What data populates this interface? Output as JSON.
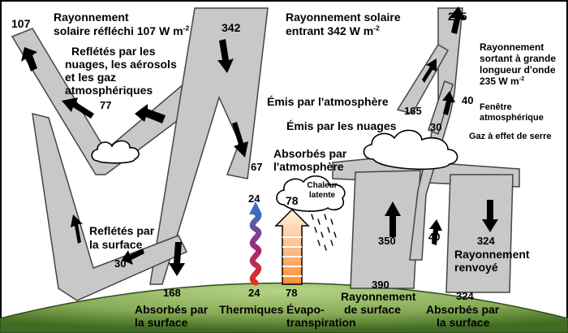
{
  "reflected_solar": {
    "value": "107",
    "label_line1": "Rayonnement",
    "label_line2": "solaire réfléchi 107 W m",
    "unit_exp": "-2"
  },
  "incoming_solar": {
    "value": "342",
    "label_line1": "Rayonnement solaire",
    "label_line2": "entrant 342 W m",
    "unit_exp": "-2"
  },
  "reflected_clouds": {
    "line1": "Reflétés par les",
    "line2": "nuages, les aérosols",
    "line3": "et les gaz",
    "line4": "atmosphériques",
    "value": "77"
  },
  "absorbed_atmosphere": {
    "value": "67",
    "line1": "Absorbés par",
    "line2": "l'atmosphère"
  },
  "emitted_atmosphere": {
    "label": "Émis par l'atmosphère",
    "value": "165"
  },
  "emitted_clouds": {
    "label": "Émis par les nuages",
    "value": "30"
  },
  "outgoing_longwave": {
    "value": "235",
    "line1": "Rayonnement",
    "line2": "sortant à grande",
    "line3": "longueur d'onde",
    "line4": "235 W m",
    "unit_exp": "-2"
  },
  "atmospheric_window": {
    "value": "40",
    "line1": "Fenêtre",
    "line2": "atmosphérique"
  },
  "greenhouse_gases": {
    "label": "Gaz à effet de serre"
  },
  "latent_heat": {
    "line1": "Chaleur",
    "line2": "latente",
    "value": "78"
  },
  "thermals": {
    "value_top": "24",
    "value_bottom": "24",
    "label": "Thermiques"
  },
  "evapotranspiration": {
    "value": "78",
    "line1": "Évapo-",
    "line2": "transpiration"
  },
  "reflected_surface": {
    "line1": "Reflétés par",
    "line2": "la surface",
    "value": "30"
  },
  "absorbed_surface": {
    "value": "168",
    "line1": "Absorbés par",
    "line2": "la surface"
  },
  "surface_radiation": {
    "value_up": "350",
    "value": "390",
    "line1": "Rayonnement",
    "line2": "de surface",
    "window_value": "40"
  },
  "back_radiation": {
    "value": "324",
    "line1": "Rayonnement",
    "line2": "renvoyé",
    "absorbed_value": "324",
    "absorbed_line1": "Absorbés par",
    "absorbed_line2": "la surface"
  },
  "colors": {
    "beam": "#c8c8c8",
    "ground_top": "#a8c878",
    "ground_bottom": "#3f6b22",
    "thermals_top": "#3a6fc0",
    "thermals_bottom": "#e03020",
    "evap": "#ff8c30"
  }
}
